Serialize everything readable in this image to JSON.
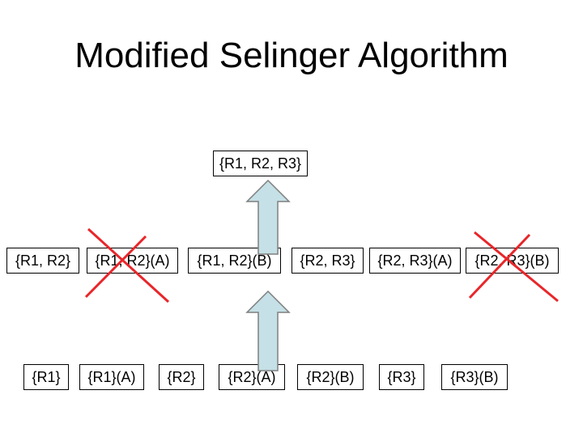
{
  "title": "Modified Selinger Algorithm",
  "top_node": "{R1, R2, R3}",
  "level2": [
    {
      "label": "{R1, R2}",
      "crossed": false
    },
    {
      "label": "{R1, R2}(A)",
      "crossed": true
    },
    {
      "label": "{R1, R2}(B)",
      "crossed": false
    },
    {
      "label": "{R2, R3}",
      "crossed": false
    },
    {
      "label": "{R2, R3}(A)",
      "crossed": false
    },
    {
      "label": "{R2, R3}(B)",
      "crossed": true
    }
  ],
  "level1": [
    {
      "label": "{R1}"
    },
    {
      "label": "{R1}(A)"
    },
    {
      "label": "{R2}"
    },
    {
      "label": "{R2}(A)"
    },
    {
      "label": "{R2}(B)"
    },
    {
      "label": "{R3}"
    },
    {
      "label": "{R3}(B)"
    }
  ],
  "colors": {
    "arrow_fill": "#c5e0e6",
    "arrow_stroke": "#7f7f7f",
    "cross": "#e8262a",
    "box_border": "#000000"
  }
}
